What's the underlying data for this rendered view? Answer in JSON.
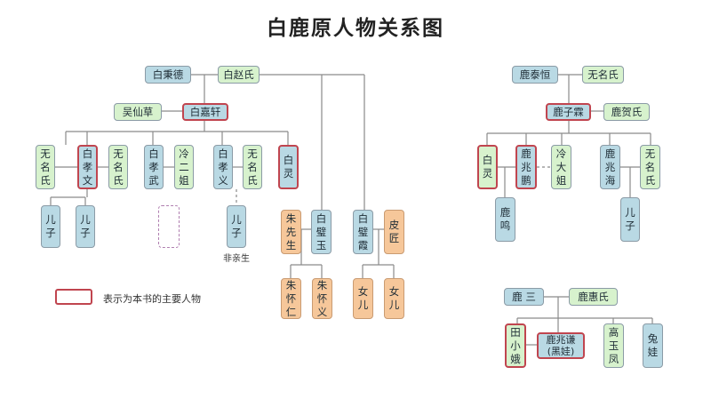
{
  "title": "白鹿原人物关系图",
  "legend": "表示为本书的主要人物",
  "note": "非亲生",
  "nodes": {
    "bai_bingde": "白秉德",
    "bai_zhaoshi": "白赵氏",
    "wu_xiancao": "吴仙草",
    "bai_jiaxuan": "白嘉轩",
    "wumingshi_1": "无名氏",
    "bai_xiaowen": "白孝文",
    "wumingshi_2": "无名氏",
    "bai_xiaowu": "白孝武",
    "leng_erjie": "冷二姐",
    "bai_xiaoyi": "白孝义",
    "wumingshi_3": "无名氏",
    "bai_ling": "白灵",
    "erzi_1": "儿子",
    "erzi_2": "儿子",
    "erzi_3": "儿子",
    "zhu_xiansheng": "朱先生",
    "bai_biyu": "白璧玉",
    "bai_bixia": "白璧霞",
    "pi_jiang": "皮匠",
    "zhu_huairen": "朱怀仁",
    "zhu_huaiyi": "朱怀义",
    "nv_er_1": "女儿",
    "nv_er_2": "女儿",
    "lu_taiheng": "鹿泰恒",
    "wumingshi_4": "无名氏",
    "lu_zilin": "鹿子霖",
    "lu_heshi": "鹿贺氏",
    "bai_ling_2": "白灵",
    "lu_zhaopeng": "鹿兆鹏",
    "leng_dajie": "冷大姐",
    "lu_zhaohai": "鹿兆海",
    "wumingshi_5": "无名氏",
    "lu_ming": "鹿鸣",
    "erzi_4": "儿子",
    "lu_san": "鹿 三",
    "lu_huishi": "鹿惠氏",
    "tian_xiaoe": "田小娥",
    "lu_zhaoqian": "鹿兆谦\n(黑娃)",
    "gao_yufeng": "高玉凤",
    "tu_wa": "兔娃"
  },
  "colors": {
    "blue": "#b9d9e4",
    "green": "#d7f2cd",
    "orange": "#f6c79a",
    "main_border": "#c0454f",
    "line": "#8a8a8a",
    "dashed": "#b07fb0"
  }
}
